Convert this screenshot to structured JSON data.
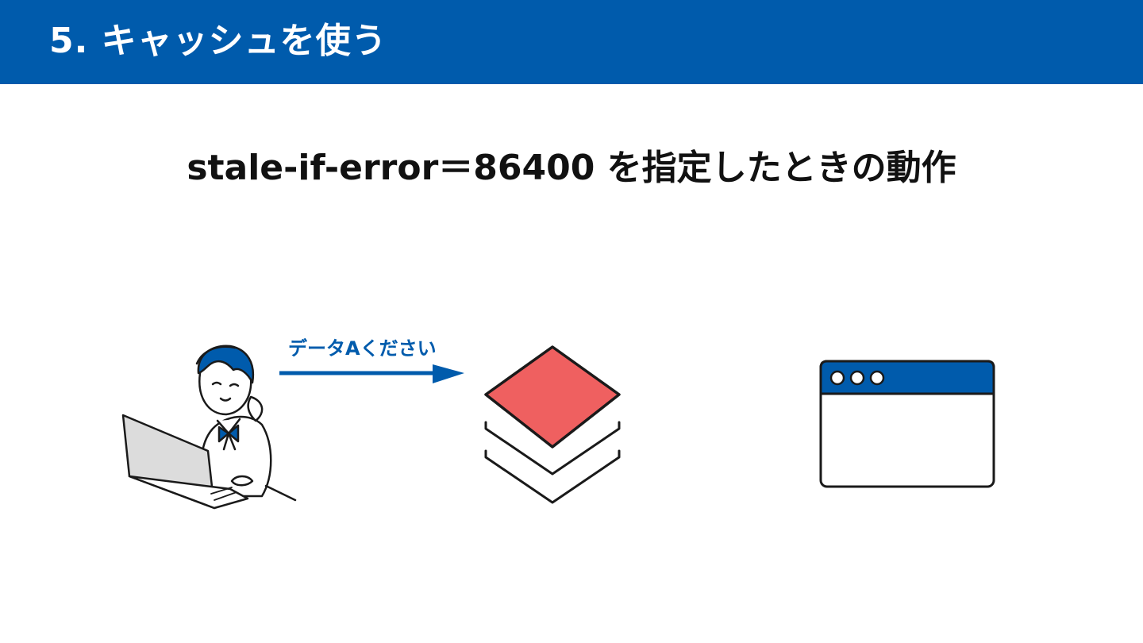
{
  "header": {
    "title": "5. キャッシュを使う"
  },
  "slide": {
    "subtitle": "stale-if-error＝86400 を指定したときの動作"
  },
  "diagram": {
    "request_label": "データAください",
    "colors": {
      "brand_blue": "#005bac",
      "cache_layer_red": "#ef6060",
      "laptop_gray": "#dcdcdc",
      "outline": "#1a1a1a"
    },
    "icons": [
      "person-at-laptop-illustration",
      "arrow-right-icon",
      "cache-layers-icon",
      "browser-window-icon"
    ]
  }
}
